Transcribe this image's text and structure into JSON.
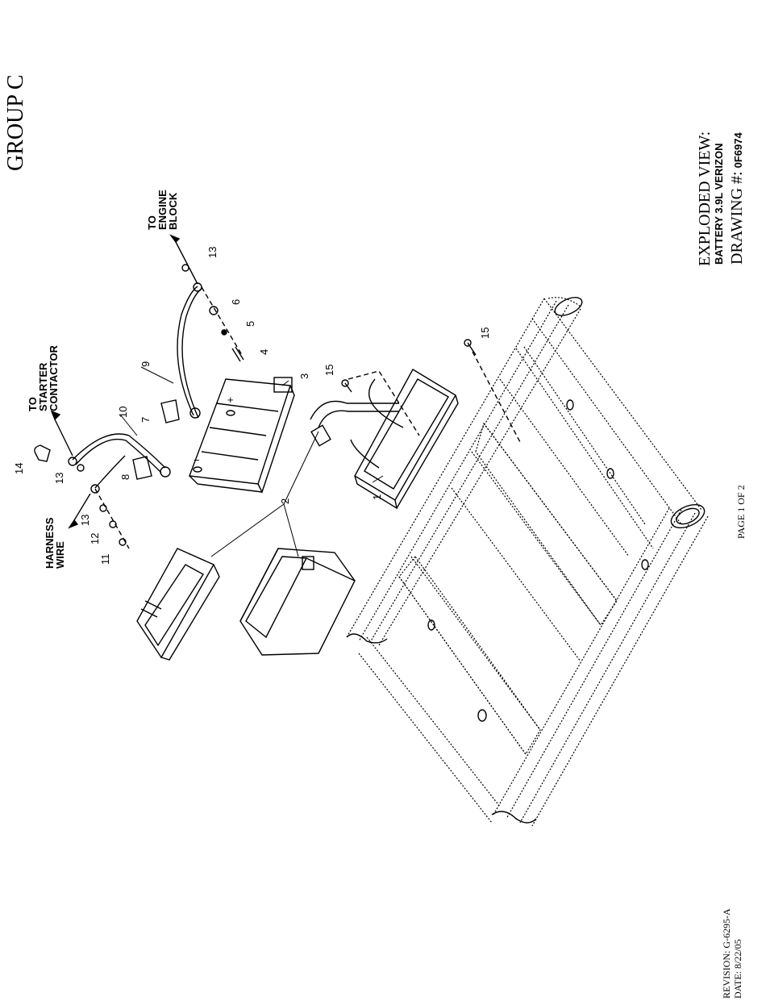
{
  "header": {
    "group": "GROUP C"
  },
  "title_block": {
    "view_line": "EXPLODED VIEW:",
    "subject_line": "BATTERY 3.9L VERIZON",
    "drawing_line": "DRAWING #:",
    "drawing_number": "0F6974"
  },
  "page_label": "PAGE 1 OF 2",
  "revision": {
    "revision_line": "REVISION: G-6295-A",
    "date_line": "DATE: 8/22/05"
  },
  "callouts": {
    "to_engine_block": [
      "TO",
      "ENGINE",
      "BLOCK"
    ],
    "to_starter_contactor": [
      "TO",
      "STARTER",
      "CONTACTOR"
    ],
    "harness_wire": [
      "HARNESS",
      "WIRE"
    ],
    "part_numbers": [
      "1",
      "2",
      "3",
      "4",
      "5",
      "6",
      "7",
      "8",
      "9",
      "10",
      "11",
      "12",
      "13",
      "13",
      "13",
      "14",
      "15",
      "15"
    ]
  },
  "colors": {
    "ink": "#000000",
    "paper": "#ffffff"
  }
}
